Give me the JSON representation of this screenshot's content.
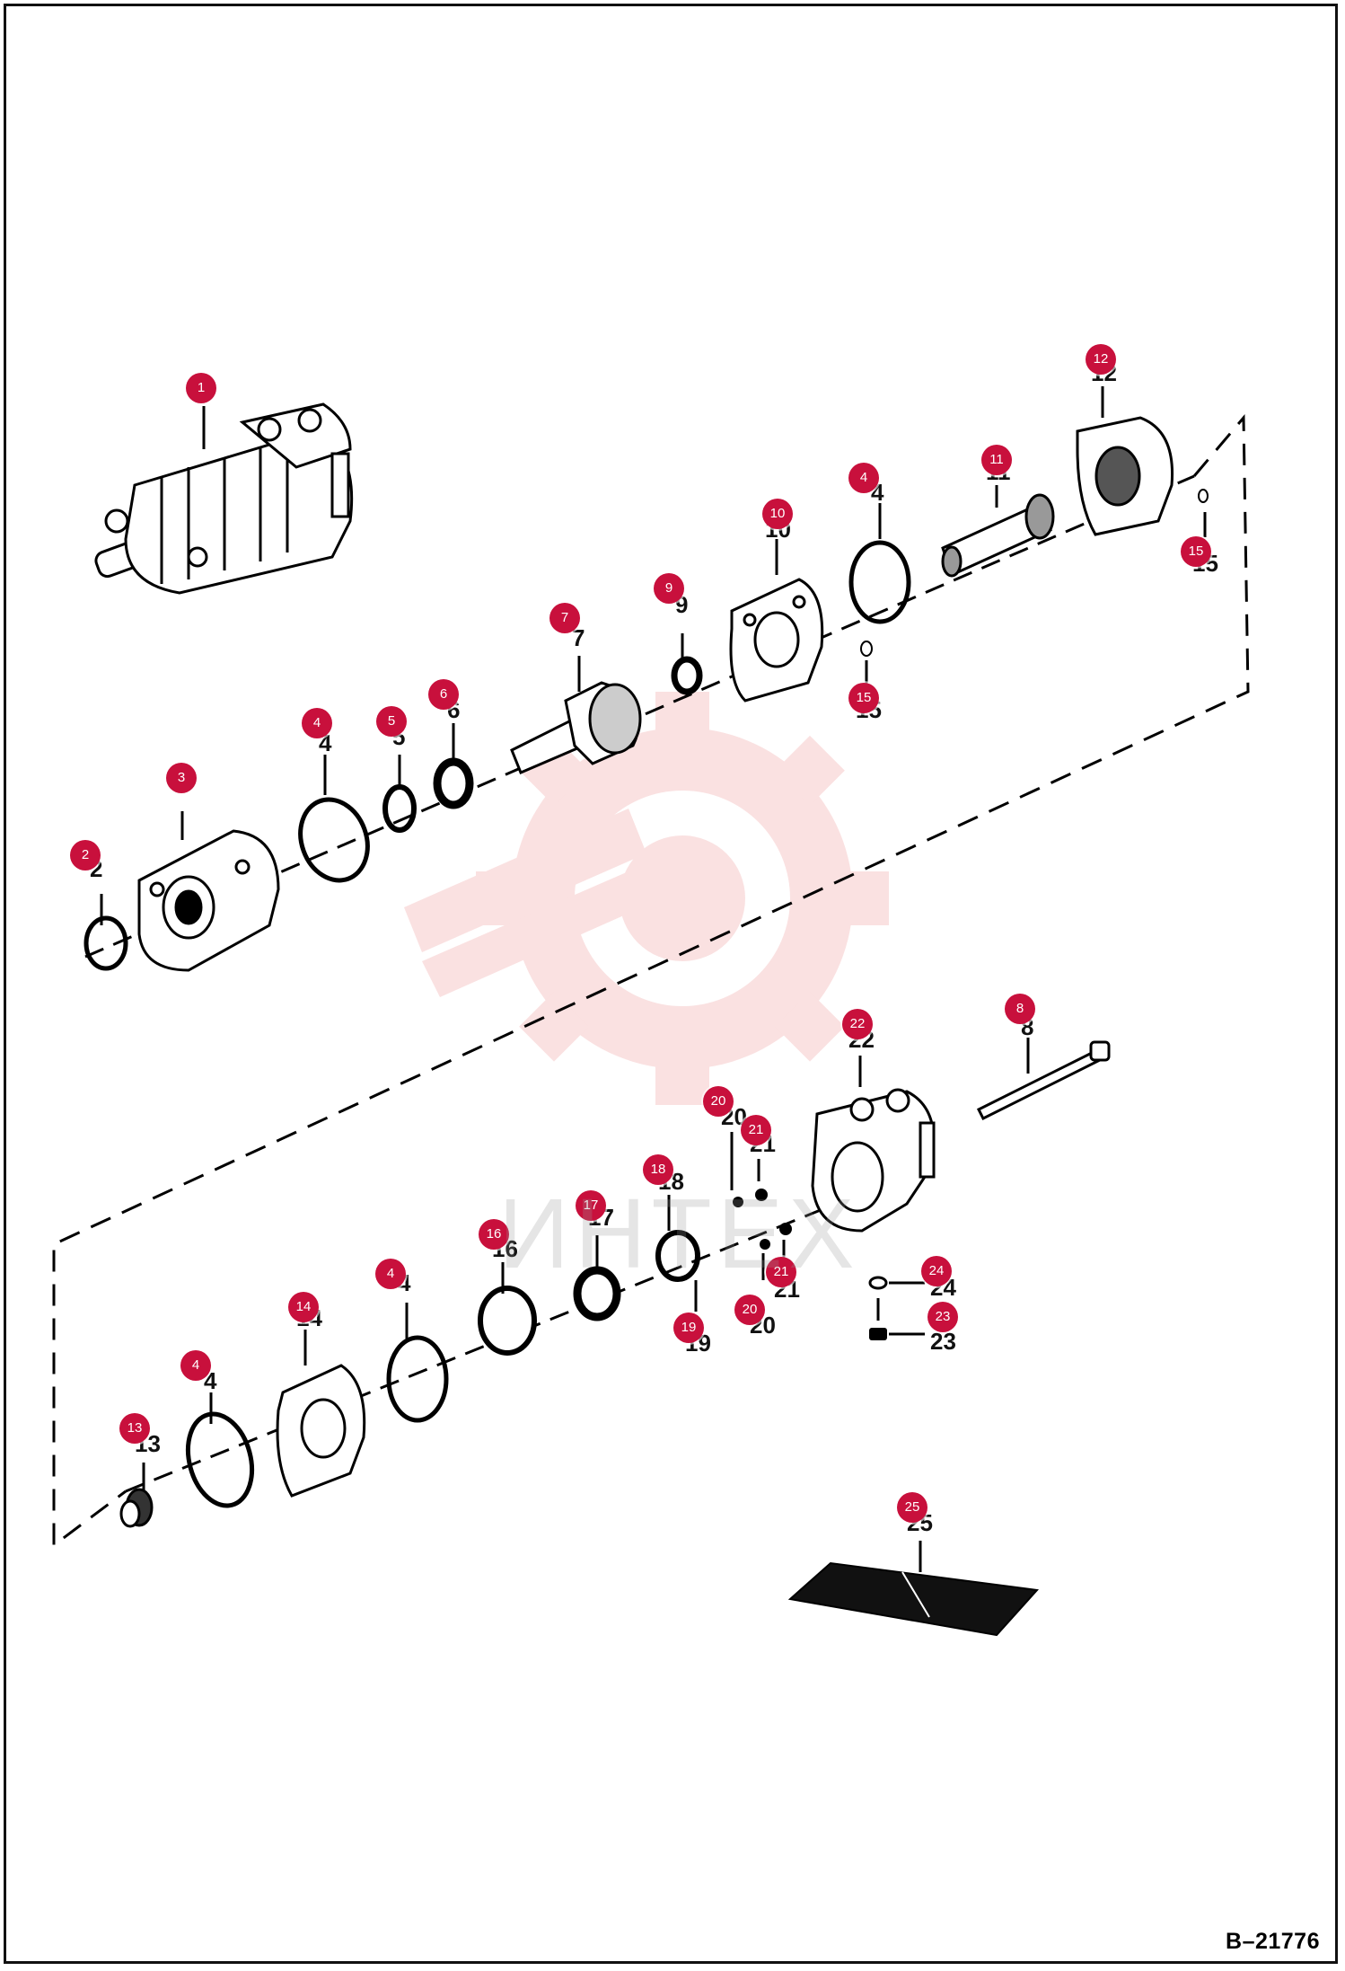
{
  "diagram": {
    "reference_id": "B–21776",
    "watermark": {
      "text": "ИНТЕХ",
      "color": "#f4c3c3",
      "icon": "gear-logo-icon"
    },
    "callout_color": "#c8103c",
    "callouts": [
      "1",
      "2",
      "3",
      "4",
      "4",
      "5",
      "6",
      "7",
      "8",
      "9",
      "10",
      "11",
      "12",
      "13",
      "14",
      "15",
      "15",
      "16",
      "17",
      "18",
      "19",
      "20",
      "20",
      "21",
      "21",
      "22",
      "23",
      "24",
      "25",
      "4",
      "4",
      "4"
    ],
    "part_numbers": [
      "2",
      "4",
      "4",
      "5",
      "6",
      "7",
      "8",
      "9",
      "10",
      "11",
      "12",
      "13",
      "14",
      "15",
      "15",
      "16",
      "17",
      "18",
      "19",
      "20",
      "20",
      "21",
      "21",
      "22",
      "23",
      "24",
      "25",
      "4",
      "4",
      "4"
    ],
    "parts": [
      {
        "id": "1",
        "icon": "hydraulic-motor-assembly-icon"
      },
      {
        "id": "2",
        "icon": "retaining-ring-icon"
      },
      {
        "id": "3",
        "icon": "mounting-flange-icon"
      },
      {
        "id": "4",
        "icon": "o-ring-icon"
      },
      {
        "id": "5",
        "icon": "backup-washer-icon"
      },
      {
        "id": "6",
        "icon": "shaft-seal-icon"
      },
      {
        "id": "7",
        "icon": "output-shaft-icon"
      },
      {
        "id": "8",
        "icon": "bolt-icon"
      },
      {
        "id": "9",
        "icon": "thrust-washer-icon"
      },
      {
        "id": "10",
        "icon": "bearing-housing-icon"
      },
      {
        "id": "11",
        "icon": "drive-shaft-icon"
      },
      {
        "id": "12",
        "icon": "gerotor-icon"
      },
      {
        "id": "13",
        "icon": "valve-drive-icon"
      },
      {
        "id": "14",
        "icon": "valve-plate-icon"
      },
      {
        "id": "15",
        "icon": "ball-icon"
      },
      {
        "id": "16",
        "icon": "valve-icon"
      },
      {
        "id": "17",
        "icon": "seal-icon"
      },
      {
        "id": "18",
        "icon": "washer-icon"
      },
      {
        "id": "19",
        "icon": "seal-ring-icon"
      },
      {
        "id": "20",
        "icon": "check-ball-icon"
      },
      {
        "id": "21",
        "icon": "check-seat-icon"
      },
      {
        "id": "22",
        "icon": "valve-housing-icon"
      },
      {
        "id": "23",
        "icon": "plug-icon"
      },
      {
        "id": "24",
        "icon": "o-ring-small-icon"
      },
      {
        "id": "25",
        "icon": "decal-icon"
      }
    ]
  }
}
